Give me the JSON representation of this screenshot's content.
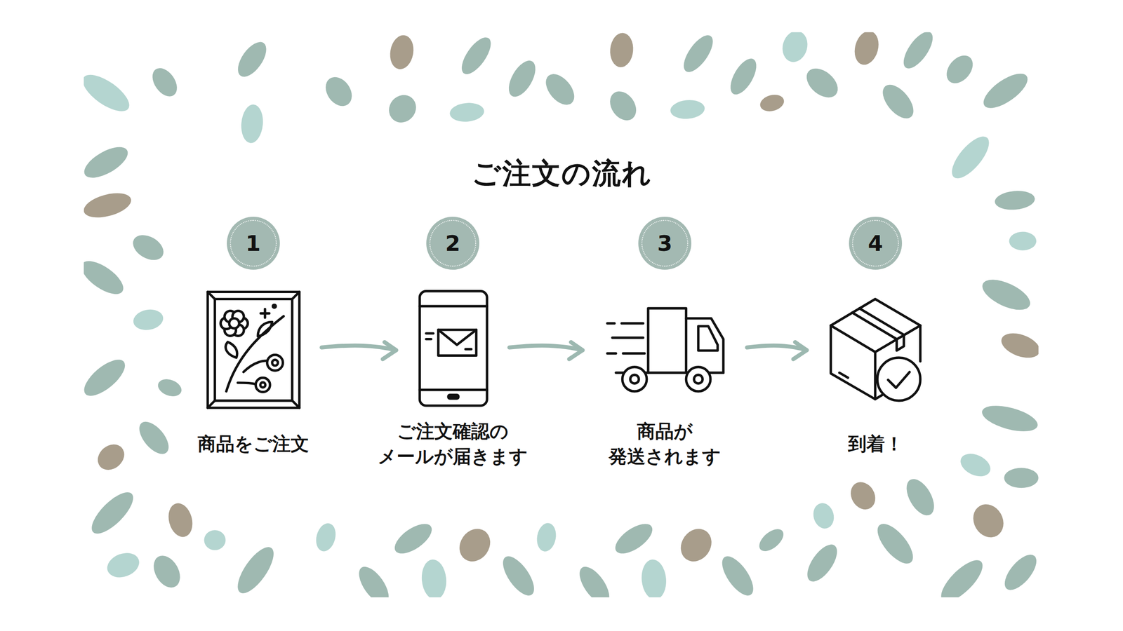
{
  "diagram": {
    "title": "ご注文の流れ",
    "nodes": [
      {
        "text": [
          "1",
          "商品をご注文"
        ]
      },
      {
        "text": [
          "2",
          "ご注文確認の メールが届きます"
        ]
      },
      {
        "text": [
          "3",
          "商品が 発送されます"
        ]
      },
      {
        "text": [
          "4",
          "到着！"
        ]
      }
    ],
    "edges": [
      {
        "from": 0,
        "to": 1,
        "arrow": "to"
      },
      {
        "from": 1,
        "to": 2,
        "arrow": "to"
      },
      {
        "from": 2,
        "to": 3,
        "arrow": "to"
      }
    ]
  }
}
